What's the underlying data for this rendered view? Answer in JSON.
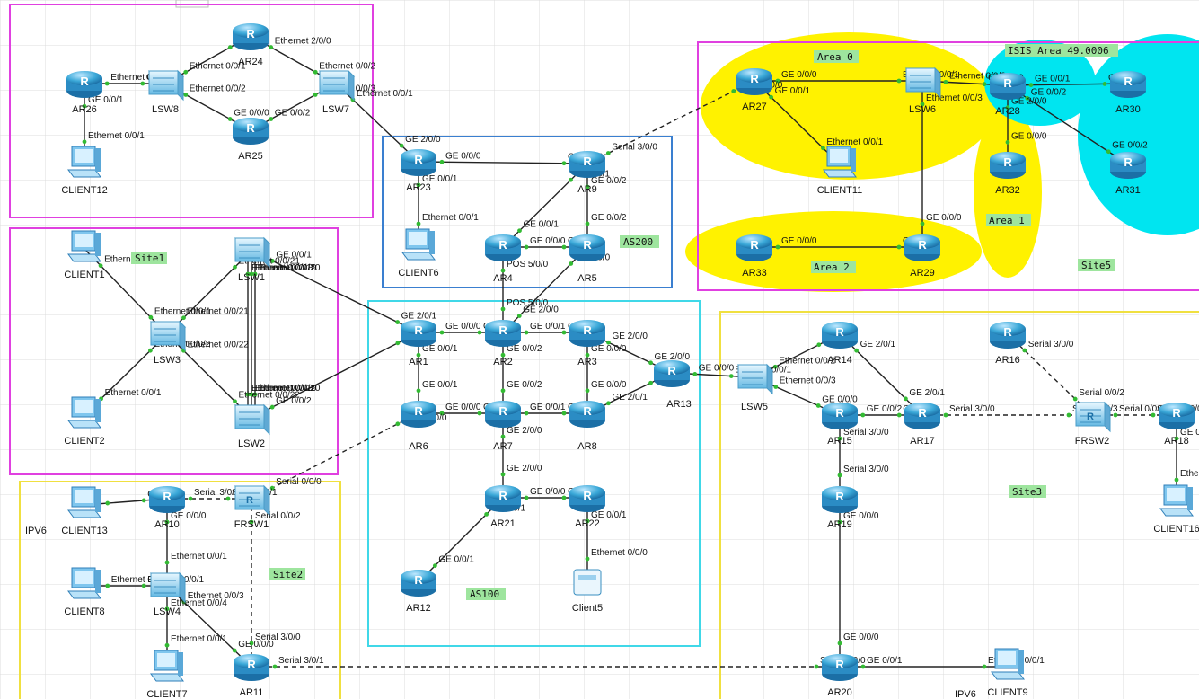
{
  "colors": {
    "site_box": "#e040e0",
    "as_box": "#3a7fd0",
    "as100_box": "#40d8e8",
    "site3_box": "#f0e040",
    "area_yellow": "#fff200",
    "area_cyan": "#00e5f0",
    "tag_fill": "#9ee59e",
    "router": "#3aa8d8",
    "link": "#222222",
    "port_dot": "#33bb33"
  },
  "tags": {
    "site1": "Site1",
    "site2": "Site2",
    "site3": "Site3",
    "site5": "Site5",
    "as100": "AS100",
    "as200": "AS200",
    "area0": "Area 0",
    "area1": "Area 1",
    "area2": "Area 2",
    "isis": "ISIS Area 49.0006",
    "ipv6_a": "IPV6",
    "ipv6_b": "IPV6"
  },
  "devices": [
    {
      "id": "AR26",
      "kind": "router",
      "label": "AR26"
    },
    {
      "id": "LSW8",
      "kind": "switch",
      "label": "LSW8"
    },
    {
      "id": "AR24",
      "kind": "router",
      "label": "AR24"
    },
    {
      "id": "AR25",
      "kind": "router",
      "label": "AR25"
    },
    {
      "id": "LSW7",
      "kind": "switch",
      "label": "LSW7"
    },
    {
      "id": "CLIENT12",
      "kind": "pc",
      "label": "CLIENT12"
    },
    {
      "id": "CLIENT1",
      "kind": "pc",
      "label": "CLIENT1"
    },
    {
      "id": "LSW1",
      "kind": "switch",
      "label": "LSW1"
    },
    {
      "id": "LSW3",
      "kind": "switch",
      "label": "LSW3"
    },
    {
      "id": "CLIENT2",
      "kind": "pc",
      "label": "CLIENT2"
    },
    {
      "id": "LSW2",
      "kind": "switch",
      "label": "LSW2"
    },
    {
      "id": "AR23",
      "kind": "router",
      "label": "AR23"
    },
    {
      "id": "AR9",
      "kind": "router",
      "label": "AR9"
    },
    {
      "id": "AR4",
      "kind": "router",
      "label": "AR4"
    },
    {
      "id": "AR5",
      "kind": "router",
      "label": "AR5"
    },
    {
      "id": "CLIENT6",
      "kind": "pc",
      "label": "CLIENT6"
    },
    {
      "id": "AR1",
      "kind": "router",
      "label": "AR1"
    },
    {
      "id": "AR2",
      "kind": "router",
      "label": "AR2"
    },
    {
      "id": "AR3",
      "kind": "router",
      "label": "AR3"
    },
    {
      "id": "AR13",
      "kind": "router",
      "label": "AR13"
    },
    {
      "id": "AR6",
      "kind": "router",
      "label": "AR6"
    },
    {
      "id": "AR7",
      "kind": "router",
      "label": "AR7"
    },
    {
      "id": "AR8",
      "kind": "router",
      "label": "AR8"
    },
    {
      "id": "AR21",
      "kind": "router",
      "label": "AR21"
    },
    {
      "id": "AR22",
      "kind": "router",
      "label": "AR22"
    },
    {
      "id": "AR12",
      "kind": "router",
      "label": "AR12"
    },
    {
      "id": "Client5",
      "kind": "server",
      "label": "Client5"
    },
    {
      "id": "CLIENT13",
      "kind": "pc",
      "label": "CLIENT13"
    },
    {
      "id": "AR10",
      "kind": "router",
      "label": "AR10"
    },
    {
      "id": "FRSW1",
      "kind": "frsw",
      "label": "FRSW1"
    },
    {
      "id": "CLIENT8",
      "kind": "pc",
      "label": "CLIENT8"
    },
    {
      "id": "LSW4",
      "kind": "switch",
      "label": "LSW4"
    },
    {
      "id": "CLIENT7",
      "kind": "pc",
      "label": "CLIENT7"
    },
    {
      "id": "AR11",
      "kind": "router",
      "label": "AR11"
    },
    {
      "id": "AR27",
      "kind": "router",
      "label": "AR27"
    },
    {
      "id": "LSW6",
      "kind": "switch",
      "label": "LSW6"
    },
    {
      "id": "AR28",
      "kind": "router",
      "label": "AR28"
    },
    {
      "id": "AR30",
      "kind": "router",
      "label": "AR30"
    },
    {
      "id": "AR31",
      "kind": "router",
      "label": "AR31"
    },
    {
      "id": "AR32",
      "kind": "router",
      "label": "AR32"
    },
    {
      "id": "CLIENT11",
      "kind": "pc",
      "label": "CLIENT11"
    },
    {
      "id": "AR33",
      "kind": "router",
      "label": "AR33"
    },
    {
      "id": "AR29",
      "kind": "router",
      "label": "AR29"
    },
    {
      "id": "LSW5",
      "kind": "switch",
      "label": "LSW5"
    },
    {
      "id": "AR14",
      "kind": "router",
      "label": "AR14"
    },
    {
      "id": "AR15",
      "kind": "router",
      "label": "AR15"
    },
    {
      "id": "AR17",
      "kind": "router",
      "label": "AR17"
    },
    {
      "id": "AR16",
      "kind": "router",
      "label": "AR16"
    },
    {
      "id": "FRSW2",
      "kind": "frsw",
      "label": "FRSW2"
    },
    {
      "id": "AR18",
      "kind": "router",
      "label": "AR18"
    },
    {
      "id": "AR19",
      "kind": "router",
      "label": "AR19"
    },
    {
      "id": "AR20",
      "kind": "router",
      "label": "AR20"
    },
    {
      "id": "CLIENT16",
      "kind": "pc",
      "label": "CLIENT16"
    },
    {
      "id": "CLIENT9",
      "kind": "pc",
      "label": "CLIENT9"
    }
  ],
  "links": [
    {
      "a": "AR26",
      "b": "LSW8",
      "style": "solid",
      "pa": "Ethernet 0/0/3",
      "pb": "GE 0/0/0"
    },
    {
      "a": "LSW8",
      "b": "AR24",
      "style": "solid",
      "pa": "Ethernet 0/0/1",
      "pb": "GE 0/0/0"
    },
    {
      "a": "LSW8",
      "b": "AR25",
      "style": "solid",
      "pa": "Ethernet 0/0/2",
      "pb": "GE 0/0/0"
    },
    {
      "a": "AR24",
      "b": "LSW7",
      "style": "solid",
      "pa": "Ethernet 2/0/0",
      "pb": "Ethernet 0/0/2"
    },
    {
      "a": "AR25",
      "b": "LSW7",
      "style": "solid",
      "pa": "GE 0/0/2",
      "pb": "Ethernet 0/0/3"
    },
    {
      "a": "AR26",
      "b": "CLIENT12",
      "style": "solid",
      "pa": "GE 0/0/1",
      "pb": "Ethernet 0/0/1"
    },
    {
      "a": "LSW7",
      "b": "AR23",
      "style": "solid",
      "pa": "Ethernet 0/0/1",
      "pb": "GE 2/0/0"
    },
    {
      "a": "CLIENT1",
      "b": "LSW3",
      "style": "solid",
      "pa": "Ethernet 0/0/1",
      "pb": "Ethernet 0/0/1"
    },
    {
      "a": "LSW3",
      "b": "LSW1",
      "style": "solid",
      "pa": "Ethernet 0/0/21",
      "pb": "Ethernet 0/0/21"
    },
    {
      "a": "LSW3",
      "b": "CLIENT2",
      "style": "solid",
      "pa": "Ethernet 0/0/2",
      "pb": "Ethernet 0/0/1"
    },
    {
      "a": "LSW3",
      "b": "LSW2",
      "style": "solid",
      "pa": "Ethernet 0/0/22",
      "pb": "Ethernet 0/0/22"
    },
    {
      "a": "LSW1",
      "b": "LSW2",
      "style": "solid",
      "pa": "Ethernet 0/0/20",
      "pb": "Ethernet 0/0/20"
    },
    {
      "a": "LSW1",
      "b": "LSW2",
      "style": "solid",
      "pa": "Ethernet 0/0/18",
      "pb": "Ethernet 0/0/18"
    },
    {
      "a": "LSW1",
      "b": "LSW2",
      "style": "solid",
      "pa": "Ethernet 0/0/19",
      "pb": "Ethernet 0/0/19"
    },
    {
      "a": "LSW1",
      "b": "AR1",
      "style": "solid",
      "pa": "GE 0/0/1",
      "pb": "GE 2/0/1"
    },
    {
      "a": "LSW2",
      "b": "AR1",
      "style": "solid",
      "pa": "GE 0/0/2",
      "pb": "GE 2/0/2"
    },
    {
      "a": "AR23",
      "b": "AR9",
      "style": "solid",
      "pa": "GE 0/0/0",
      "pb": "GE 0/0/0"
    },
    {
      "a": "AR23",
      "b": "CLIENT6",
      "style": "solid",
      "pa": "GE 0/0/1",
      "pb": "Ethernet 0/0/1"
    },
    {
      "a": "AR9",
      "b": "AR4",
      "style": "solid",
      "pa": "GE 0/0/1",
      "pb": "GE 0/0/1"
    },
    {
      "a": "AR9",
      "b": "AR5",
      "style": "solid",
      "pa": "GE 0/0/2",
      "pb": "GE 0/0/2"
    },
    {
      "a": "AR4",
      "b": "AR5",
      "style": "solid",
      "pa": "GE 0/0/0",
      "pb": "GE 0/0/0"
    },
    {
      "a": "AR9",
      "b": "AR27",
      "style": "dashed",
      "pa": "Serial 3/0/0",
      "pb": "Serial 3/0/0"
    },
    {
      "a": "AR4",
      "b": "AR2",
      "style": "solid",
      "pa": "POS 5/0/0",
      "pb": "POS 5/0/0"
    },
    {
      "a": "AR5",
      "b": "AR2",
      "style": "solid",
      "pa": "GE 2/0/0",
      "pb": "GE 2/0/0"
    },
    {
      "a": "AR1",
      "b": "AR2",
      "style": "solid",
      "pa": "GE 0/0/0",
      "pb": "GE 0/0/0"
    },
    {
      "a": "AR2",
      "b": "AR3",
      "style": "solid",
      "pa": "GE 0/0/1",
      "pb": "GE 0/0/1"
    },
    {
      "a": "AR3",
      "b": "AR13",
      "style": "solid",
      "pa": "GE 2/0/0",
      "pb": "GE 2/0/0"
    },
    {
      "a": "AR1",
      "b": "AR6",
      "style": "solid",
      "pa": "GE 0/0/1",
      "pb": "GE 0/0/1"
    },
    {
      "a": "AR2",
      "b": "AR7",
      "style": "solid",
      "pa": "GE 0/0/2",
      "pb": "GE 0/0/2"
    },
    {
      "a": "AR3",
      "b": "AR8",
      "style": "solid",
      "pa": "GE 0/0/0",
      "pb": "GE 0/0/0"
    },
    {
      "a": "AR6",
      "b": "AR7",
      "style": "solid",
      "pa": "GE 0/0/0",
      "pb": "GE 0/0/0"
    },
    {
      "a": "AR7",
      "b": "AR8",
      "style": "solid",
      "pa": "GE 0/0/1",
      "pb": "GE 0/0/1"
    },
    {
      "a": "AR8",
      "b": "AR13",
      "style": "solid",
      "pa": "GE 2/0/1",
      "pb": "GE 2/0/1"
    },
    {
      "a": "AR7",
      "b": "AR21",
      "style": "solid",
      "pa": "GE 2/0/0",
      "pb": "GE 2/0/0"
    },
    {
      "a": "AR21",
      "b": "AR22",
      "style": "solid",
      "pa": "GE 0/0/0",
      "pb": "GE 0/0/0"
    },
    {
      "a": "AR21",
      "b": "AR12",
      "style": "solid",
      "pa": "GE 0/0/1",
      "pb": "GE 0/0/1"
    },
    {
      "a": "AR22",
      "b": "Client5",
      "style": "solid",
      "pa": "GE 0/0/1",
      "pb": "Ethernet 0/0/0"
    },
    {
      "a": "AR13",
      "b": "LSW5",
      "style": "solid",
      "pa": "GE 0/0/0",
      "pb": "Ethernet 0/0/1"
    },
    {
      "a": "AR6",
      "b": "FRSW1",
      "style": "dashed",
      "pa": "Serial 3/0/0",
      "pb": "Serial 0/0/0"
    },
    {
      "a": "CLIENT13",
      "b": "AR10",
      "style": "solid",
      "pa": "",
      "pb": "GE 0/0/1"
    },
    {
      "a": "AR10",
      "b": "FRSW1",
      "style": "dashed",
      "pa": "Serial 3/0/0",
      "pb": "Serial 0/0/1"
    },
    {
      "a": "AR10",
      "b": "LSW4",
      "style": "solid",
      "pa": "GE 0/0/0",
      "pb": "Ethernet 0/0/1"
    },
    {
      "a": "CLIENT8",
      "b": "LSW4",
      "style": "solid",
      "pa": "Ethernet 0/0/5",
      "pb": "Ethernet 0/0/1"
    },
    {
      "a": "LSW4",
      "b": "CLIENT7",
      "style": "solid",
      "pa": "Ethernet 0/0/4",
      "pb": "Ethernet 0/0/1"
    },
    {
      "a": "LSW4",
      "b": "AR11",
      "style": "solid",
      "pa": "Ethernet 0/0/3",
      "pb": "GE 0/0/0"
    },
    {
      "a": "FRSW1",
      "b": "AR11",
      "style": "dashed",
      "pa": "Serial 0/0/2",
      "pb": "Serial 3/0/0"
    },
    {
      "a": "AR11",
      "b": "AR20",
      "style": "dashed",
      "pa": "Serial 3/0/1",
      "pb": "Serial 3/0/0"
    },
    {
      "a": "AR27",
      "b": "LSW6",
      "style": "solid",
      "pa": "GE 0/0/0",
      "pb": "Ethernet 0/0/1"
    },
    {
      "a": "AR27",
      "b": "CLIENT11",
      "style": "solid",
      "pa": "GE 0/0/1",
      "pb": "Ethernet 0/0/1"
    },
    {
      "a": "LSW6",
      "b": "AR28",
      "style": "solid",
      "pa": "Ethernet 0/0/2",
      "pb": "GE 0/0/0"
    },
    {
      "a": "LSW6",
      "b": "AR29",
      "style": "solid",
      "pa": "Ethernet 0/0/3",
      "pb": "GE 0/0/0"
    },
    {
      "a": "AR28",
      "b": "AR30",
      "style": "solid",
      "pa": "GE 0/0/1",
      "pb": "GE 0/0/1"
    },
    {
      "a": "AR28",
      "b": "AR31",
      "style": "solid",
      "pa": "GE 0/0/2",
      "pb": "GE 0/0/2"
    },
    {
      "a": "AR28",
      "b": "AR32",
      "style": "solid",
      "pa": "GE 2/0/0",
      "pb": "GE 0/0/0"
    },
    {
      "a": "AR33",
      "b": "AR29",
      "style": "solid",
      "pa": "GE 0/0/0",
      "pb": "GE 0/0/1"
    },
    {
      "a": "LSW5",
      "b": "AR14",
      "style": "solid",
      "pa": "Ethernet 0/0/2",
      "pb": "GE 0/0/0"
    },
    {
      "a": "LSW5",
      "b": "AR15",
      "style": "solid",
      "pa": "Ethernet 0/0/3",
      "pb": "GE 0/0/0"
    },
    {
      "a": "AR14",
      "b": "AR17",
      "style": "solid",
      "pa": "GE 2/0/1",
      "pb": "GE 2/0/1"
    },
    {
      "a": "AR15",
      "b": "AR17",
      "style": "solid",
      "pa": "GE 0/0/2",
      "pb": "GE 0/0/2"
    },
    {
      "a": "AR17",
      "b": "FRSW2",
      "style": "dashed",
      "pa": "Serial 3/0/0",
      "pb": "Serial 0/0/3"
    },
    {
      "a": "AR16",
      "b": "FRSW2",
      "style": "dashed",
      "pa": "Serial 3/0/0",
      "pb": "Serial 0/0/2"
    },
    {
      "a": "FRSW2",
      "b": "AR18",
      "style": "dashed",
      "pa": "Serial 0/0/1",
      "pb": "Serial 3/0/0"
    },
    {
      "a": "AR15",
      "b": "AR19",
      "style": "solid",
      "pa": "Serial 3/0/0",
      "pb": "Serial 3/0/0"
    },
    {
      "a": "AR19",
      "b": "AR20",
      "style": "solid",
      "pa": "GE 0/0/0",
      "pb": "GE 0/0/0"
    },
    {
      "a": "AR20",
      "b": "CLIENT9",
      "style": "solid",
      "pa": "GE 0/0/1",
      "pb": "Ethernet 0/0/1"
    },
    {
      "a": "AR18",
      "b": "CLIENT16",
      "style": "solid",
      "pa": "GE 0/",
      "pb": "Ether"
    }
  ],
  "port_labels": [
    {
      "dev": "AR26",
      "text": "GE 0/0/1"
    },
    {
      "dev": "CLIENT12",
      "text": "Ethernet 0/0/1"
    },
    {
      "dev": "AR10",
      "text": "Ethernet 0/0/1"
    },
    {
      "dev": "AR10",
      "text": "Ethernet 0/0/1"
    },
    {
      "dev": "AR2",
      "text": "GE 0/0/0"
    },
    {
      "dev": "AR2",
      "text": "GE 0/0/1"
    },
    {
      "dev": "AR2",
      "text": "GE 2/0/0"
    }
  ]
}
